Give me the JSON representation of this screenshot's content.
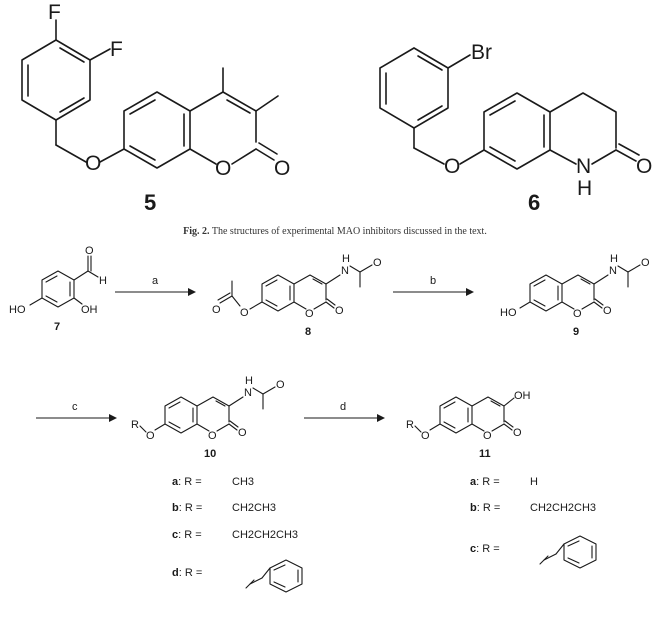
{
  "figure": {
    "caption_label": "Fig. 2.",
    "caption_text": "The structures of experimental MAO inhibitors discussed in the text."
  },
  "compounds": {
    "c5": {
      "number": "5",
      "atoms": {
        "F1": "F",
        "F2": "F",
        "O_ether": "O",
        "O_ring": "O",
        "O_carbonyl": "O"
      }
    },
    "c6": {
      "number": "6",
      "atoms": {
        "Br": "Br",
        "O_ether": "O",
        "N": "N",
        "H": "H",
        "O_carbonyl": "O"
      }
    },
    "c7": {
      "number": "7",
      "atoms": {
        "H": "H",
        "O_ald": "O",
        "HO": "HO",
        "OH": "OH"
      }
    },
    "c8": {
      "number": "8",
      "atoms": {
        "O1": "O",
        "O2": "O",
        "O3": "O",
        "O4": "O",
        "NH": "N",
        "H": "H",
        "O5": "O"
      }
    },
    "c9": {
      "number": "9",
      "atoms": {
        "HO": "HO",
        "O_ring": "O",
        "O_carbonyl": "O",
        "NH": "N",
        "H": "H",
        "O_acetyl": "O"
      }
    },
    "c10": {
      "number": "10",
      "atoms": {
        "R": "R",
        "O_ether": "O",
        "O_ring": "O",
        "O_carbonyl": "O",
        "NH": "N",
        "H": "H",
        "O_acetyl": "O"
      }
    },
    "c11": {
      "number": "11",
      "atoms": {
        "R": "R",
        "O_ether": "O",
        "O_ring": "O",
        "O_carbonyl": "O",
        "OH": "OH"
      }
    }
  },
  "arrows": {
    "a": "a",
    "b": "b",
    "c": "c",
    "d": "d"
  },
  "series10": [
    {
      "key": "a",
      "rest": ": R =",
      "value": "CH3"
    },
    {
      "key": "b",
      "rest": ": R =",
      "value": "CH2CH3"
    },
    {
      "key": "c",
      "rest": ": R =",
      "value": "CH2CH2CH3"
    },
    {
      "key": "d",
      "rest": ": R =",
      "value": ""
    }
  ],
  "series11": [
    {
      "key": "a",
      "rest": ": R =",
      "value": "H"
    },
    {
      "key": "b",
      "rest": ": R =",
      "value": "CH2CH2CH3"
    },
    {
      "key": "c",
      "rest": ": R =",
      "value": ""
    }
  ]
}
